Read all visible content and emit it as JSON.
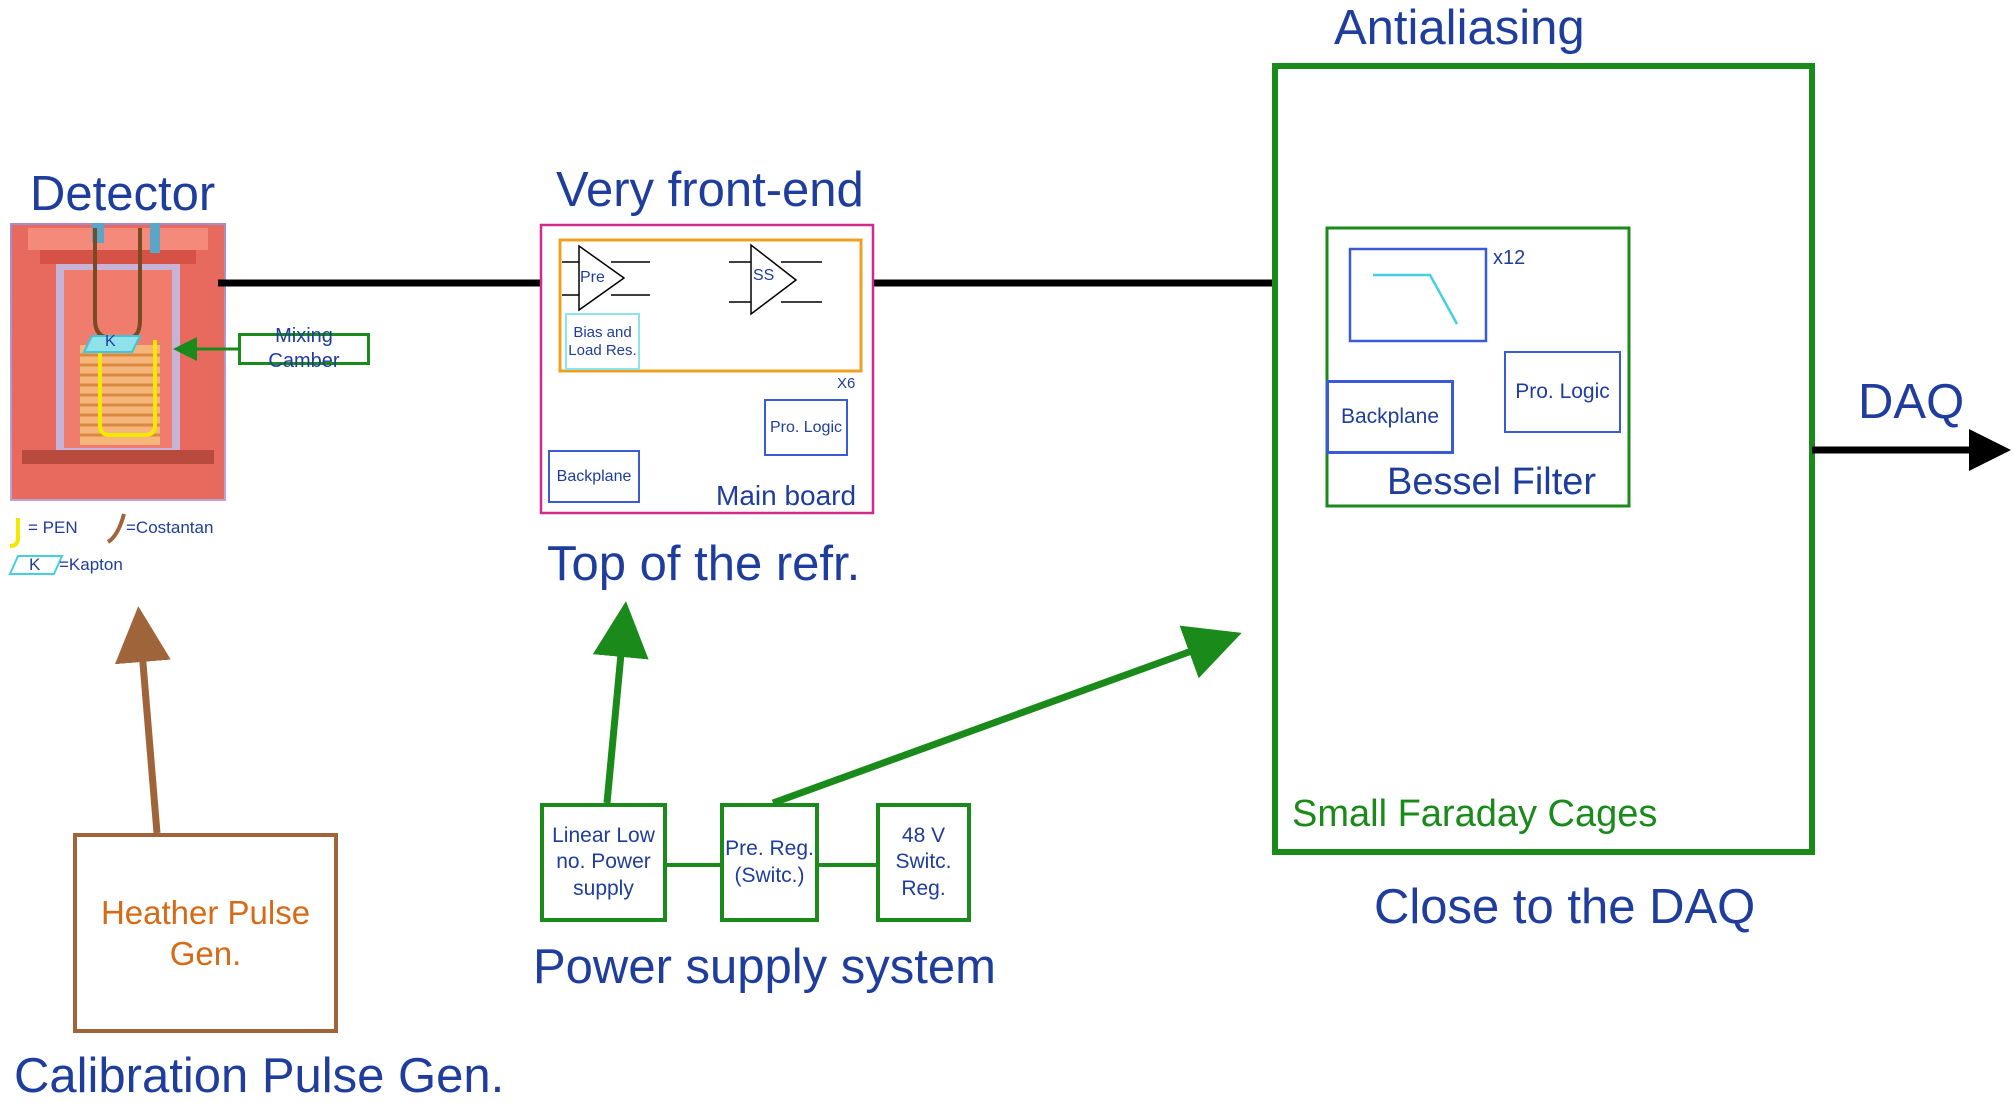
{
  "detector": {
    "title": "Detector",
    "mixing_label": "Mixing Camber",
    "kapton_letter": "K",
    "legend": {
      "pen": "= PEN",
      "costantan": "=Costantan",
      "kapton_letter": "K",
      "kapton": "=Kapton"
    }
  },
  "very_front_end": {
    "title": "Very front-end",
    "pre": "Pre",
    "ss": "SS",
    "bias_load": "Bias and Load Res.",
    "x6": "X6",
    "pro_logic": "Pro. Logic",
    "backplane": "Backplane",
    "main_board": "Main board",
    "subtitle": "Top of the refr."
  },
  "antialiasing": {
    "title": "Antialiasing",
    "x12": "x12",
    "backplane": "Backplane",
    "pro_logic": "Pro. Logic",
    "bessel": "Bessel Filter",
    "faraday": "Small Faraday Cages",
    "subtitle": "Close to the DAQ"
  },
  "daq": {
    "label": "DAQ"
  },
  "power": {
    "linear": "Linear Low no. Power supply",
    "prereg": "Pre. Reg. (Switc.)",
    "v48": "48 V Switc. Reg.",
    "caption": "Power supply system"
  },
  "calibration": {
    "heather": "Heather Pulse Gen.",
    "caption": "Calibration Pulse Gen."
  },
  "colors": {
    "blue_text": "#1f3d9c",
    "green": "#1a8a1a",
    "brown": "#a0643a",
    "orange": "#f0a020",
    "magenta": "#d02a8c",
    "cyan": "#44d0e0",
    "blue_box": "#3a5ad8"
  }
}
